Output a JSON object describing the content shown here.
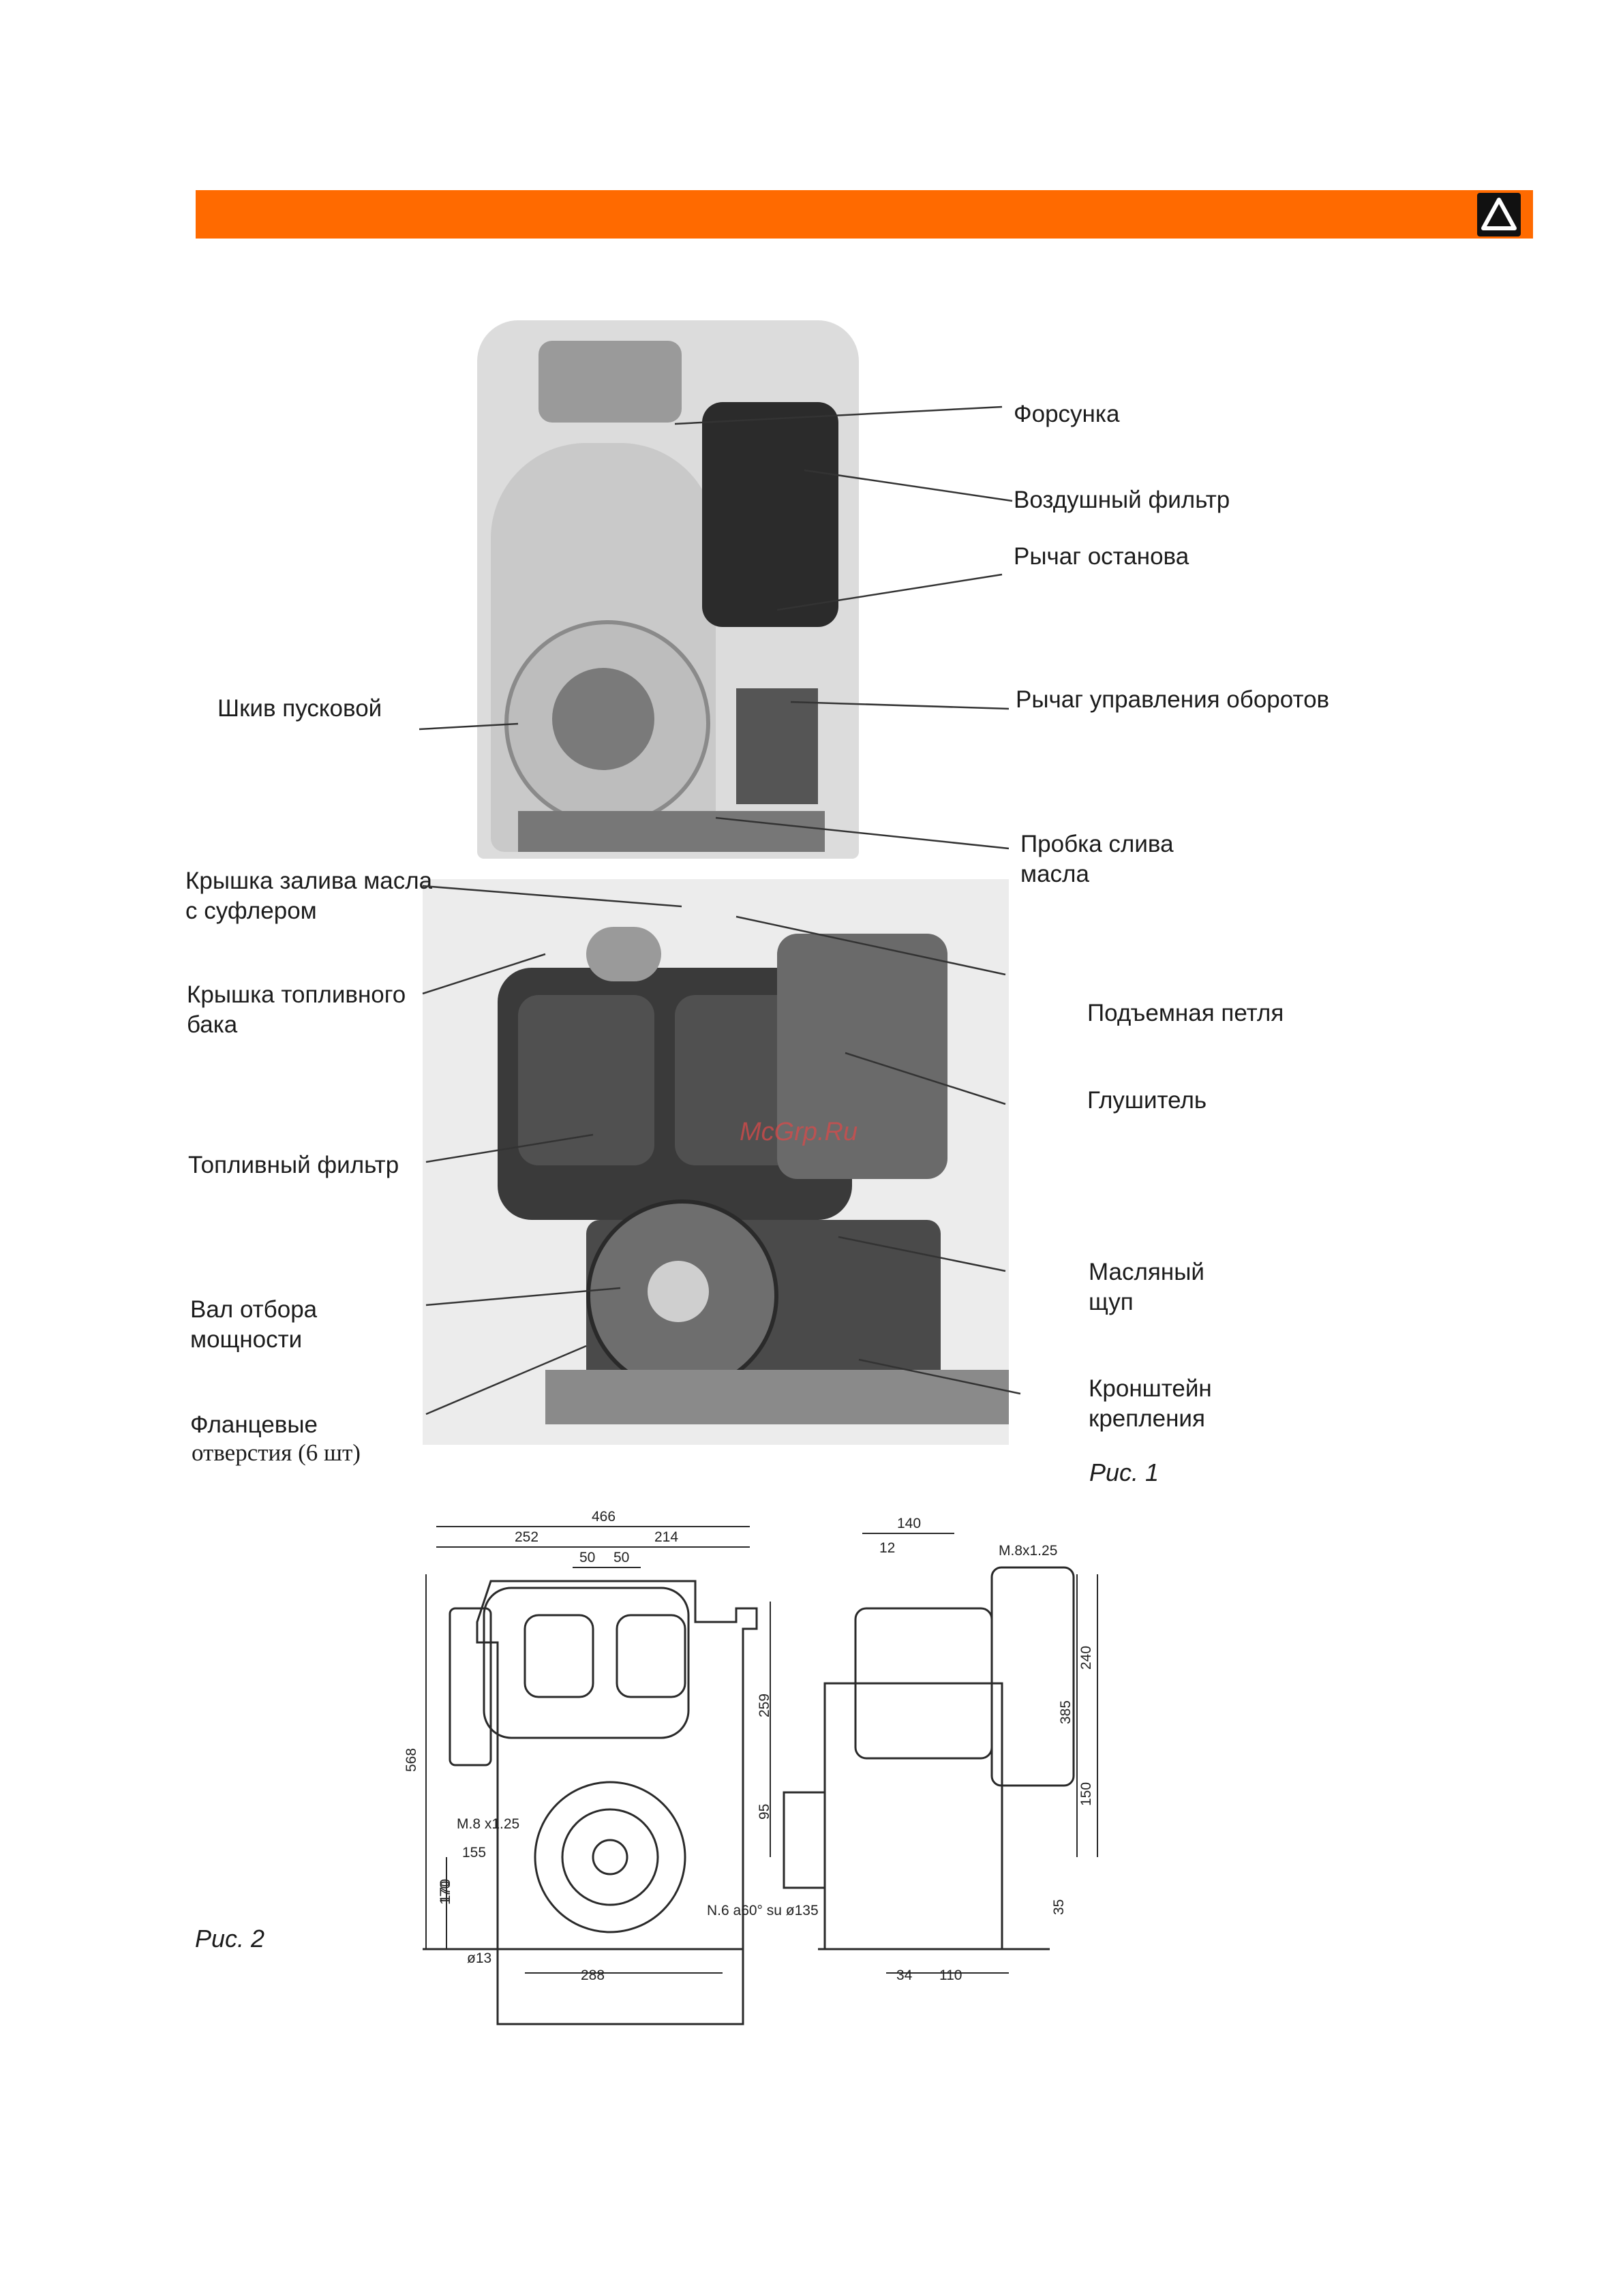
{
  "header": {
    "color": "#ff6a00",
    "icon": "warning-triangle-icon"
  },
  "watermark": "McGrp.Ru",
  "figure1": {
    "caption": "Рис. 1",
    "labels_top_right": [
      "Форсунка",
      "Воздушный фильтр",
      "Рычаг останова",
      "Рычаг управления оборотов",
      "Пробка слива\nмасла"
    ],
    "labels_top_left": [
      "Шкив пусковой"
    ],
    "labels_bottom_left": [
      "Крышка залива масла\nс суфлером",
      "Крышка топливного\nбака",
      "Топливный фильтр",
      "Вал отбора\nмощности"
    ],
    "flange_label": {
      "line1": "Фланцевые",
      "line2": "отверстия (6 шт)"
    },
    "labels_bottom_right": [
      "Подъемная петля",
      "Глушитель",
      "Масляный\nщуп",
      "Кронштейн\nкрепления"
    ]
  },
  "figure2": {
    "caption": "Рис. 2",
    "front_dims": [
      "466",
      "252",
      "214",
      "50",
      "50",
      "568",
      "M.8 x1.25",
      "155",
      "170",
      "170",
      "ø13",
      "288",
      "N.6 a60°\nsu ø135"
    ],
    "side_dims": [
      "140",
      "12",
      "M.8x1.25",
      "259",
      "240",
      "385",
      "150",
      "95",
      "35",
      "34",
      "110"
    ]
  }
}
